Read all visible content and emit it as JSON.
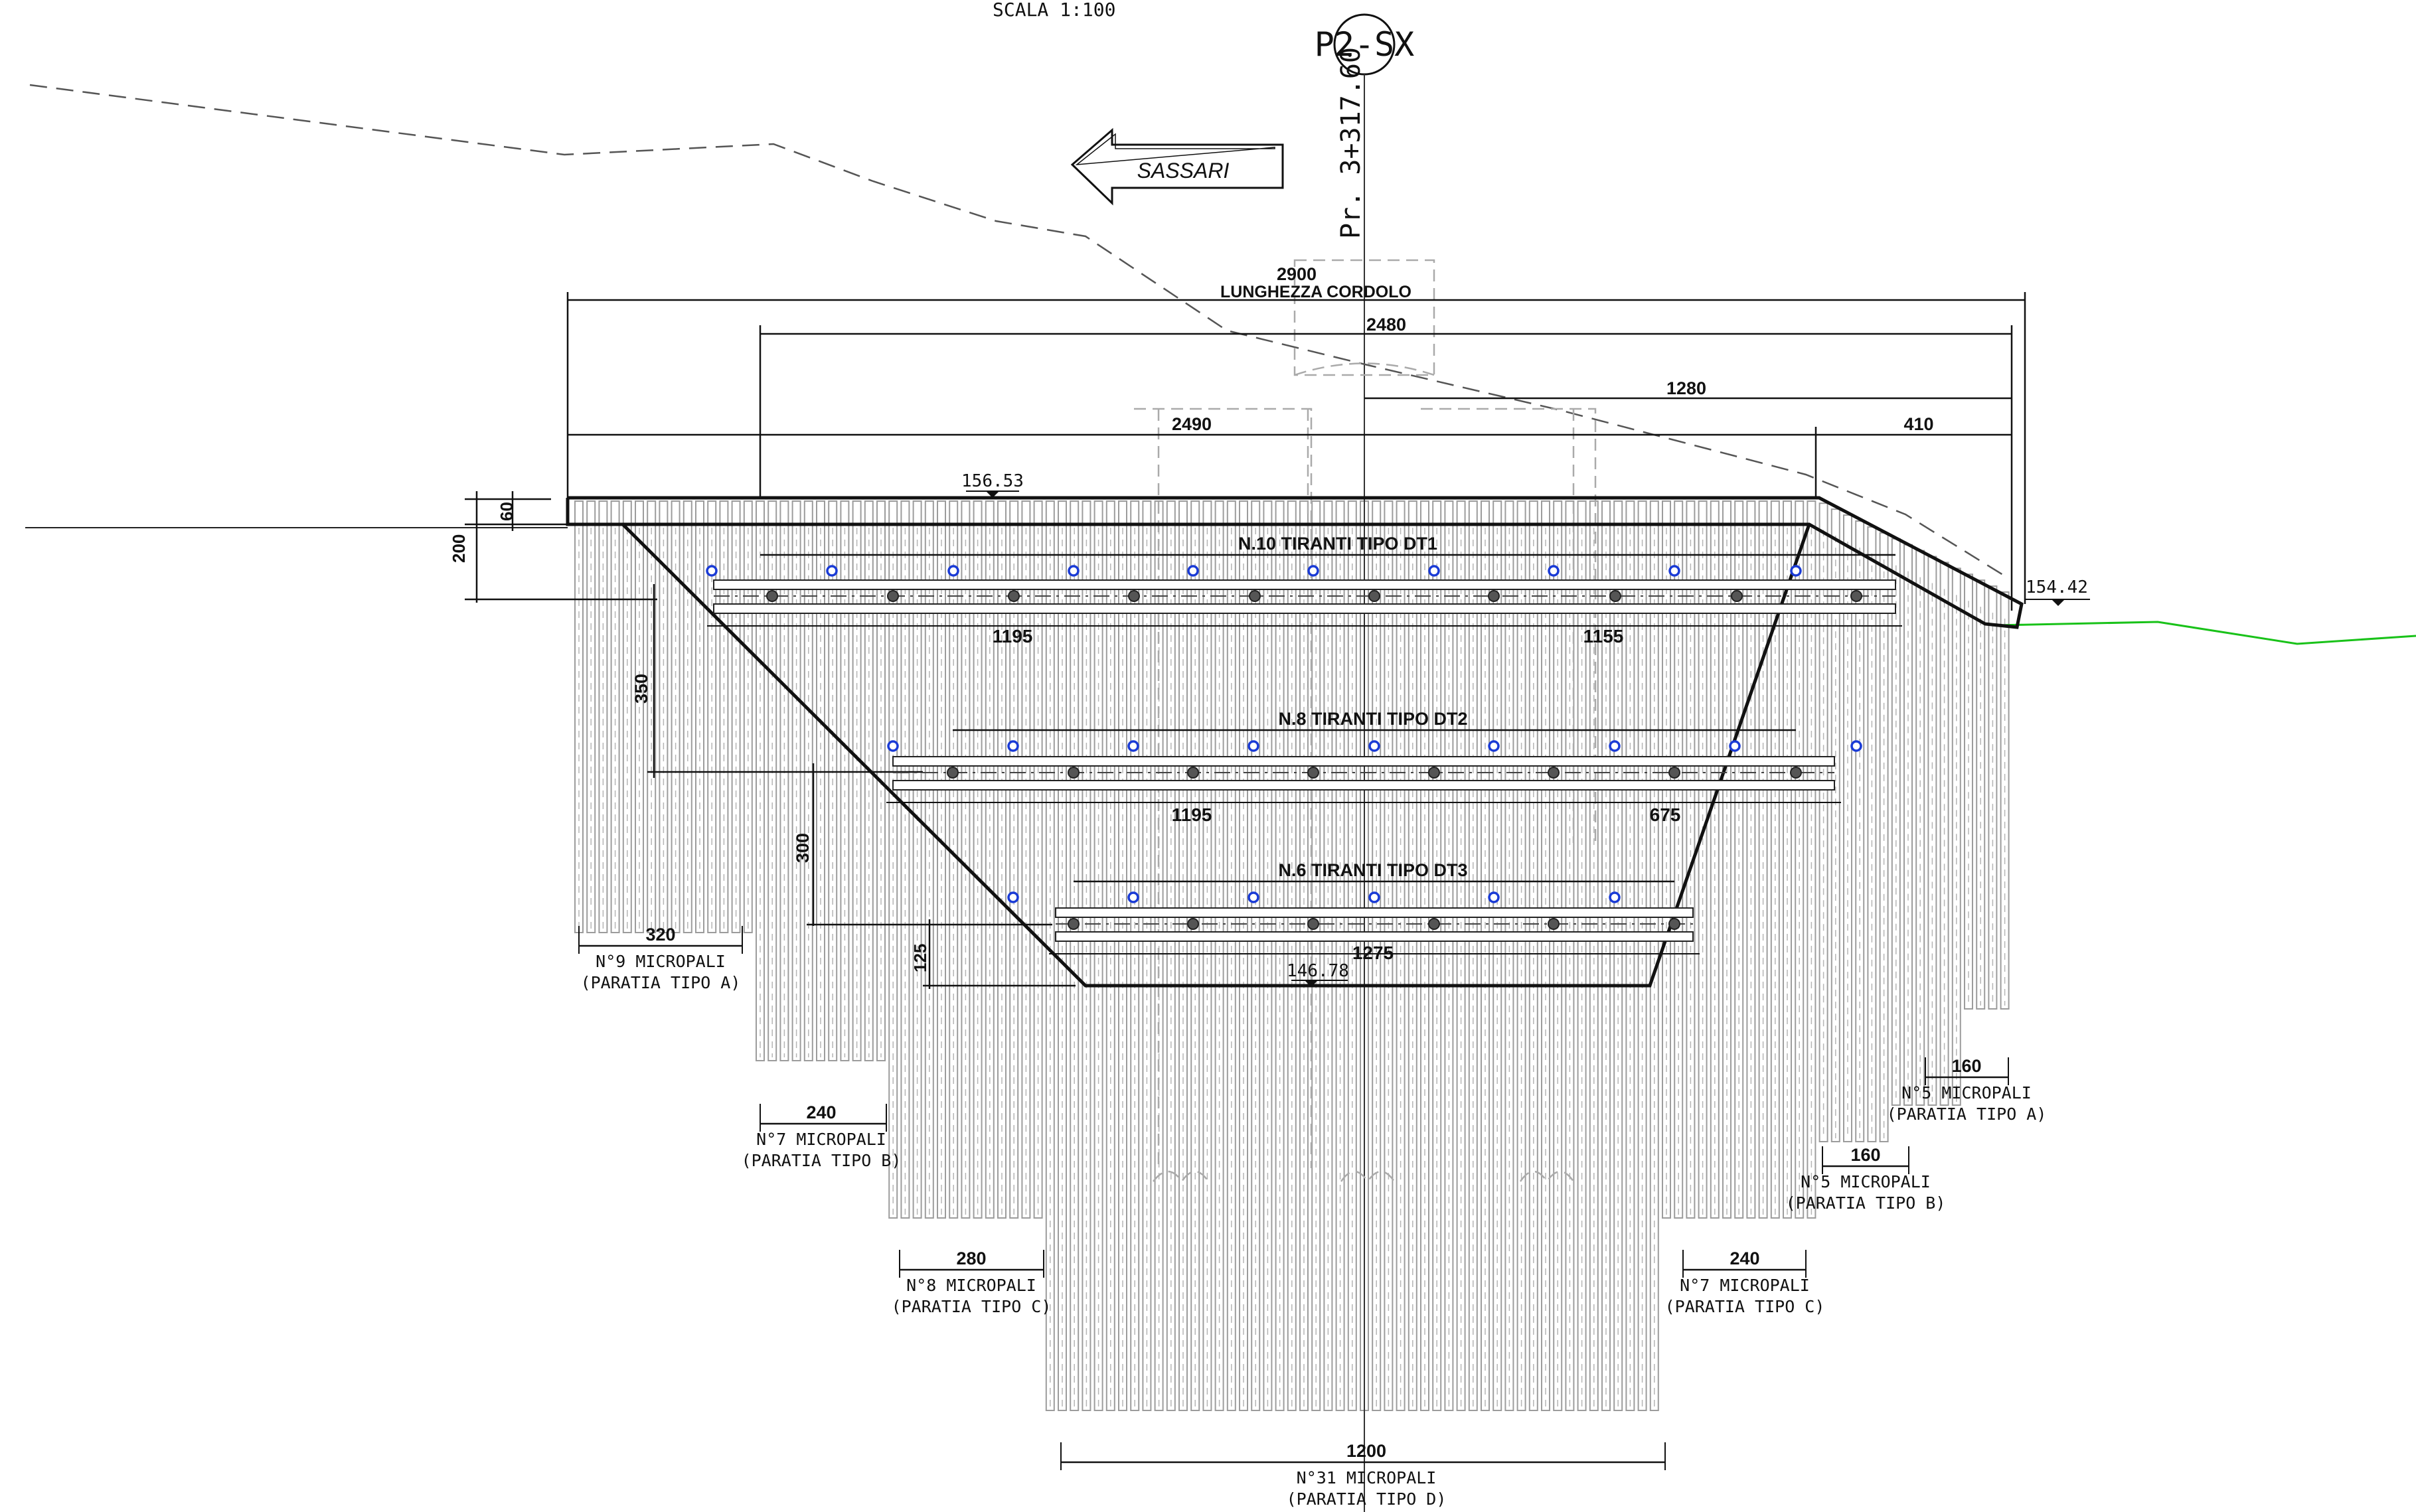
{
  "header": {
    "scale": "SCALA 1:100",
    "section_id": "P2-SX",
    "progressive": "Pr. 3+317.60"
  },
  "direction": {
    "label": "SASSARI"
  },
  "dimensions": {
    "cordolo_length": "2900",
    "cordolo_label": "LUNGHEZZA CORDOLO",
    "d2480": "2480",
    "d1280": "1280",
    "d2490": "2490",
    "d410": "410",
    "d60": "60",
    "d200": "200",
    "d350": "350",
    "d300": "300",
    "d125": "125",
    "row1_left": "1195",
    "row1_right": "1155",
    "row2_left": "1195",
    "row2_right": "675",
    "row3": "1275"
  },
  "elevations": {
    "top_left": "156.53",
    "top_right": "154.42",
    "bottom": "146.78"
  },
  "anchors": {
    "dt1": "N.10 TIRANTI TIPO DT1",
    "dt2": "N.8 TIRANTI TIPO DT2",
    "dt3": "N.6 TIRANTI TIPO DT3"
  },
  "pile_groups": [
    {
      "width": "320",
      "count": "N°9 MICROPALI",
      "type": "(PARATIA TIPO A)"
    },
    {
      "width": "240",
      "count": "N°7 MICROPALI",
      "type": "(PARATIA TIPO B)"
    },
    {
      "width": "280",
      "count": "N°8 MICROPALI",
      "type": "(PARATIA TIPO C)"
    },
    {
      "width": "1200",
      "count": "N°31 MICROPALI",
      "type": "(PARATIA TIPO D)"
    },
    {
      "width": "240",
      "count": "N°7 MICROPALI",
      "type": "(PARATIA TIPO C)"
    },
    {
      "width": "160",
      "count": "N°5 MICROPALI",
      "type": "(PARATIA TIPO B)"
    },
    {
      "width": "160",
      "count": "N°5 MICROPALI",
      "type": "(PARATIA TIPO A)"
    }
  ],
  "colors": {
    "line": "#111111",
    "pile": "#9c9c9c",
    "anchor_hole": "#1a3bd6",
    "terrain_right": "#19c219"
  }
}
